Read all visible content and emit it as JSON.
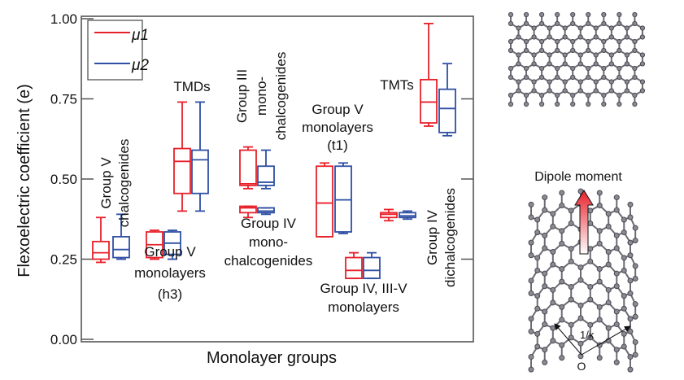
{
  "chart_data": {
    "type": "box",
    "ylabel": "Flexoelectric coefficient (e)",
    "xlabel": "Monolayer groups",
    "ylim": [
      0,
      1
    ],
    "yticks": [
      "0.00",
      "0.25",
      "0.50",
      "0.75",
      "1.00"
    ],
    "grid": false,
    "legend": {
      "placement": "top-left",
      "entries": [
        "μ1",
        "μ2"
      ]
    },
    "colors": {
      "mu1": "#e8202a",
      "mu2": "#2e4fa3"
    },
    "groups": [
      {
        "label": [
          "Group V",
          "chalcogenides"
        ],
        "rotated": true,
        "mu1": {
          "min": 0.24,
          "q1": 0.25,
          "median": 0.27,
          "q3": 0.305,
          "max": 0.38
        },
        "mu2": {
          "min": 0.25,
          "q1": 0.255,
          "median": 0.28,
          "q3": 0.32,
          "max": 0.39
        }
      },
      {
        "label": [
          "Group V",
          "monolayers",
          "(h3)"
        ],
        "rotated": false,
        "mu1": {
          "min": 0.25,
          "q1": 0.255,
          "median": 0.295,
          "q3": 0.335,
          "max": 0.34
        },
        "mu2": {
          "min": 0.25,
          "q1": 0.265,
          "median": 0.3,
          "q3": 0.335,
          "max": 0.34
        }
      },
      {
        "label": [
          "TMDs"
        ],
        "rotated": false,
        "mu1": {
          "min": 0.4,
          "q1": 0.455,
          "median": 0.555,
          "q3": 0.595,
          "max": 0.74
        },
        "mu2": {
          "min": 0.4,
          "q1": 0.455,
          "median": 0.56,
          "q3": 0.59,
          "max": 0.74
        }
      },
      {
        "label": [
          "Group III",
          "mono-",
          "chalcogenides"
        ],
        "rotated": true,
        "mu1": {
          "min": 0.47,
          "q1": 0.48,
          "median": 0.485,
          "q3": 0.59,
          "max": 0.6
        },
        "mu2": {
          "min": 0.47,
          "q1": 0.48,
          "median": 0.49,
          "q3": 0.54,
          "max": 0.59
        }
      },
      {
        "label": [
          "Group IV",
          "mono-",
          "chalcogenides"
        ],
        "rotated": false,
        "mu1": {
          "min": 0.38,
          "q1": 0.395,
          "median": 0.41,
          "q3": 0.415,
          "max": 0.415
        },
        "mu2": {
          "min": 0.39,
          "q1": 0.395,
          "median": 0.4,
          "q3": 0.41,
          "max": 0.41
        }
      },
      {
        "label": [
          "Group V",
          "monolayers",
          "(t1)"
        ],
        "rotated": false,
        "mu1": {
          "min": 0.32,
          "q1": 0.32,
          "median": 0.425,
          "q3": 0.54,
          "max": 0.55
        },
        "mu2": {
          "min": 0.33,
          "q1": 0.335,
          "median": 0.435,
          "q3": 0.54,
          "max": 0.55
        }
      },
      {
        "label": [
          "Group IV, III-V",
          "monolayers"
        ],
        "rotated": false,
        "mu1": {
          "min": 0.19,
          "q1": 0.19,
          "median": 0.215,
          "q3": 0.255,
          "max": 0.27
        },
        "mu2": {
          "min": 0.19,
          "q1": 0.19,
          "median": 0.215,
          "q3": 0.255,
          "max": 0.27
        }
      },
      {
        "label": [
          "Group IV",
          "dichalcogenides"
        ],
        "rotated": true,
        "mu1": {
          "min": 0.37,
          "q1": 0.38,
          "median": 0.39,
          "q3": 0.395,
          "max": 0.405
        },
        "mu2": {
          "min": 0.375,
          "q1": 0.38,
          "median": 0.385,
          "q3": 0.395,
          "max": 0.4
        }
      },
      {
        "label": [
          "TMTs"
        ],
        "rotated": false,
        "mu1": {
          "min": 0.665,
          "q1": 0.675,
          "median": 0.74,
          "q3": 0.81,
          "max": 0.985
        },
        "mu2": {
          "min": 0.635,
          "q1": 0.645,
          "median": 0.72,
          "q3": 0.78,
          "max": 0.86
        }
      }
    ]
  },
  "illustration": {
    "dipole_label": "Dipole moment",
    "curvature_label": "1/κ",
    "origin_label": "O"
  }
}
